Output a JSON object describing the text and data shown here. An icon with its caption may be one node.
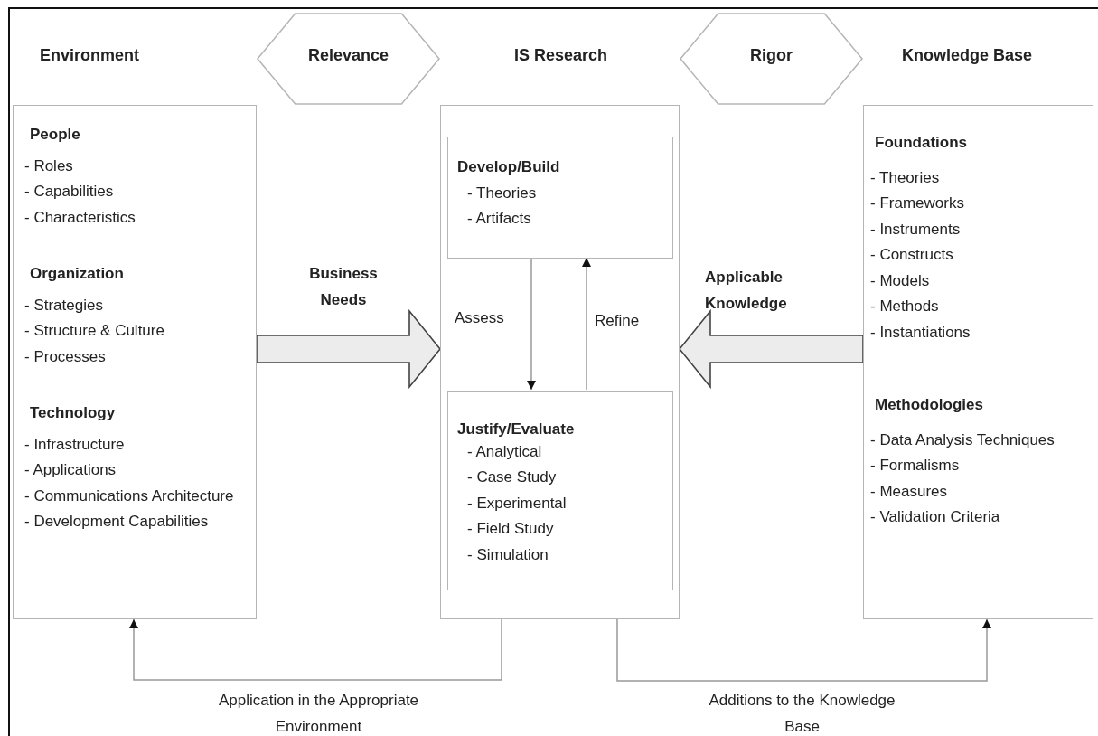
{
  "diagram": {
    "nodes": [
      {
        "text": [
          "Environment",
          "People",
          "- Roles",
          "- Capabilities",
          "- Characteristics",
          "Organization",
          "- Strategies",
          "- Structure & Culture",
          "- Processes",
          "Technology",
          "- Infrastructure",
          "- Applications",
          "- Communications Architecture",
          "- Development Capabilities"
        ]
      },
      {
        "text": [
          "Relevance"
        ]
      },
      {
        "text": [
          "IS Research"
        ]
      },
      {
        "text": [
          "Develop/Build",
          "- Theories",
          "- Artifacts"
        ],
        "in": 2
      },
      {
        "text": [
          "Justify/Evaluate",
          "- Analytical",
          "- Case Study",
          "- Experimental",
          "- Field Study",
          "- Simulation"
        ],
        "in": 2
      },
      {
        "text": [
          "Rigor"
        ]
      },
      {
        "text": [
          "Knowledge Base",
          "Foundations",
          "- Theories",
          "- Frameworks",
          "- Instruments",
          "- Constructs",
          "- Models",
          "- Methods",
          "- Instantiations",
          "Methodologies",
          "- Data Analysis Techniques",
          "- Formalisms",
          "- Measures",
          "- Validation Criteria"
        ]
      }
    ],
    "edges": [
      {
        "from": 0,
        "to": 2,
        "arrow": "to",
        "label": "Business Needs",
        "style": "thick"
      },
      {
        "from": 6,
        "to": 2,
        "arrow": "to",
        "label": "Applicable Knowledge",
        "style": "thick"
      },
      {
        "from": 3,
        "to": 4,
        "arrow": "to",
        "label": "Assess"
      },
      {
        "from": 4,
        "to": 3,
        "arrow": "to",
        "label": "Refine"
      },
      {
        "from": 2,
        "to": 0,
        "arrow": "to",
        "label": "Application in the Appropriate Environment"
      },
      {
        "from": 2,
        "to": 6,
        "arrow": "to",
        "label": "Additions to the Knowledge Base"
      }
    ]
  }
}
